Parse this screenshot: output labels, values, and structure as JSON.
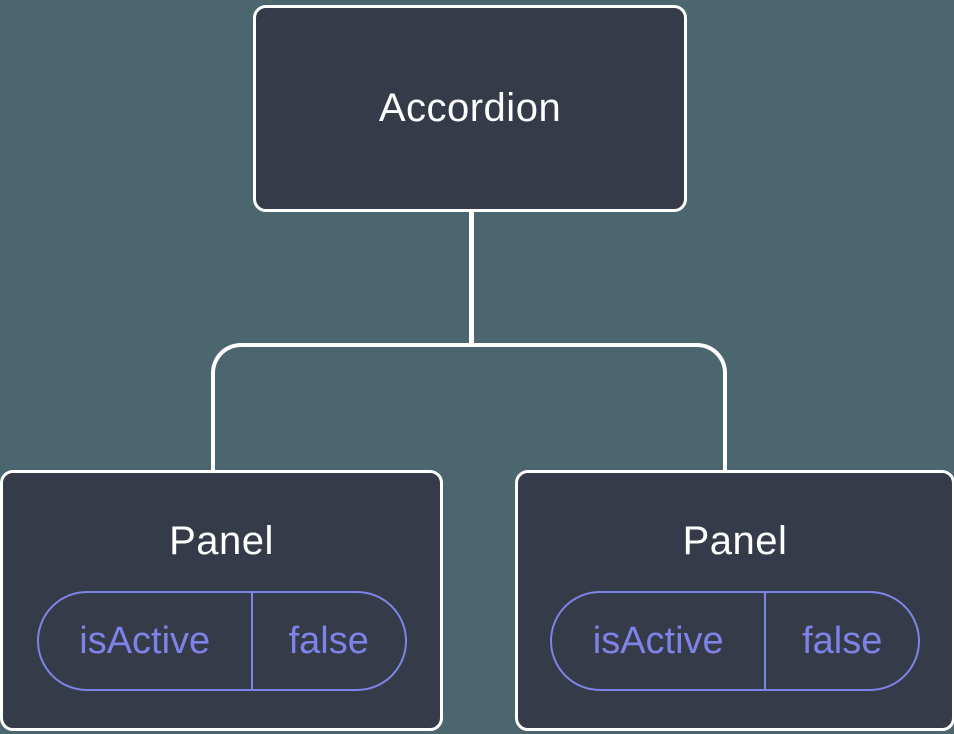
{
  "tree": {
    "root": {
      "label": "Accordion"
    },
    "children": [
      {
        "label": "Panel",
        "state": {
          "name": "isActive",
          "value": "false"
        }
      },
      {
        "label": "Panel",
        "state": {
          "name": "isActive",
          "value": "false"
        }
      }
    ]
  },
  "colors": {
    "background": "#4C6670",
    "node_fill": "#353B48",
    "node_border": "#FFFFFF",
    "connector": "#FFFFFF",
    "state_accent": "#7E83E8",
    "label_text": "#FFFFFF"
  }
}
